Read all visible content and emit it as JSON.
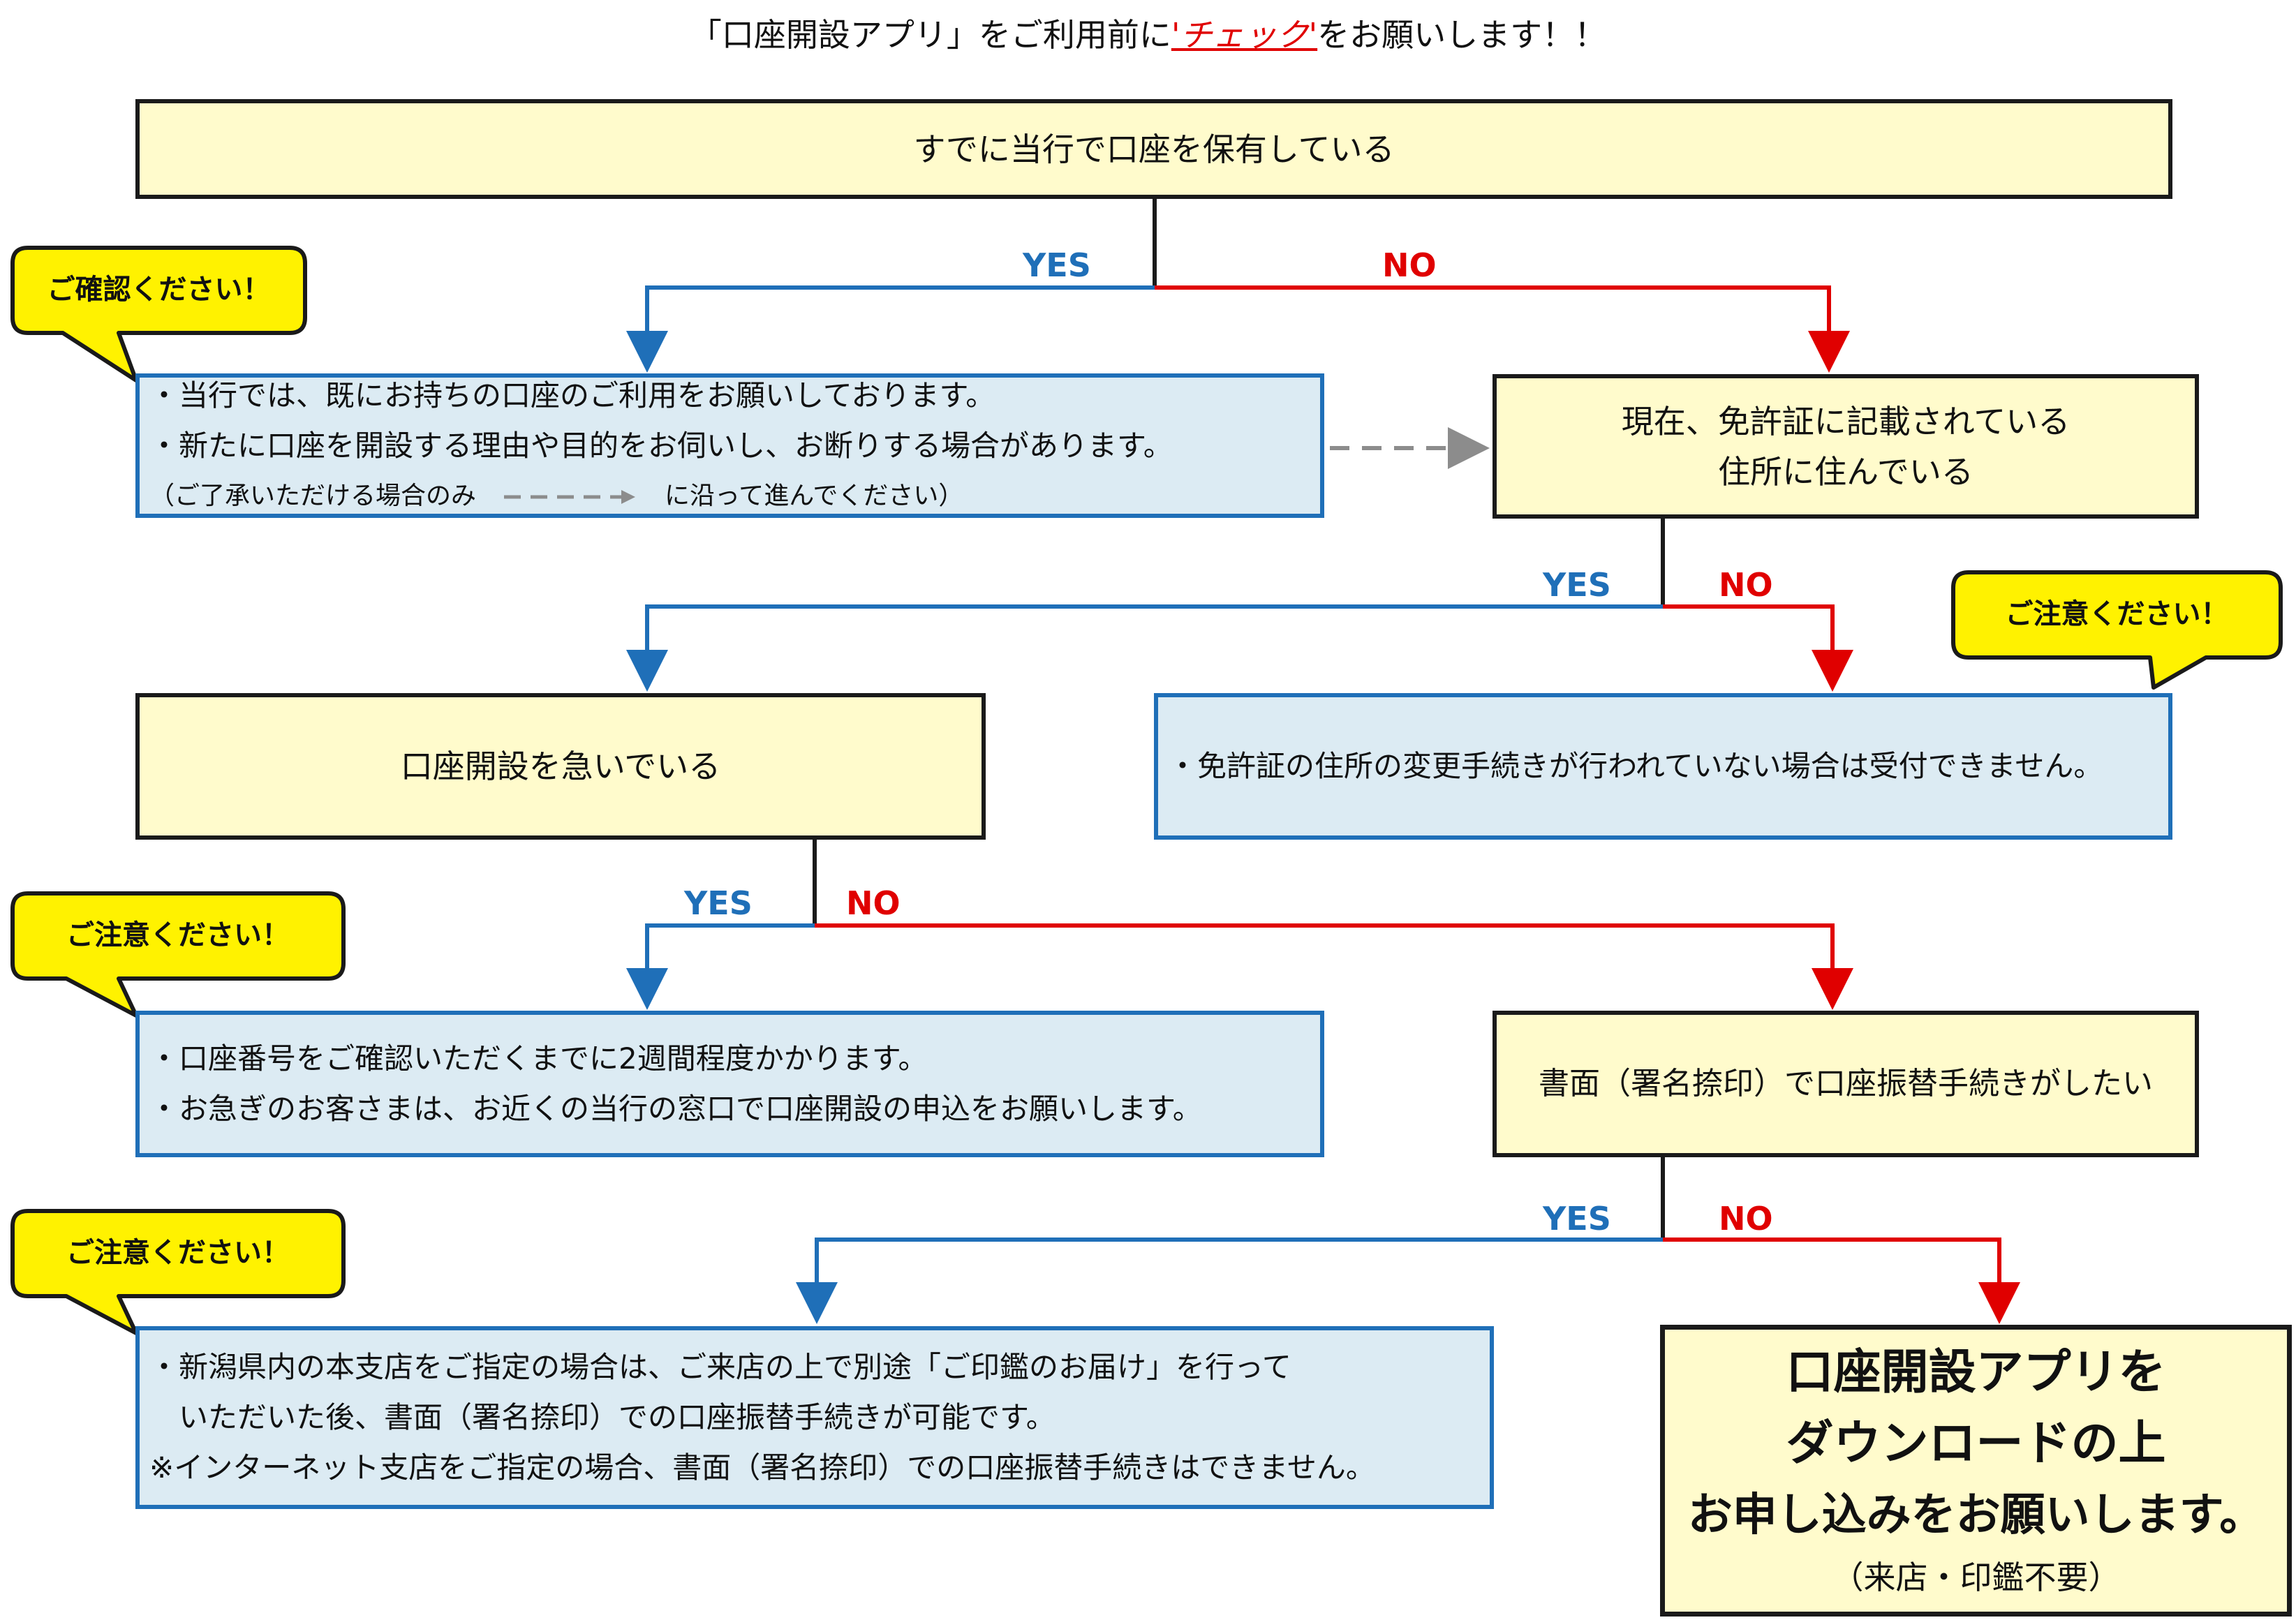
{
  "header": {
    "title_before": "「口座開設アプリ」をご利用前に",
    "title_check": "'チェック'",
    "title_after": "をお願いします！！"
  },
  "labels": {
    "yes": "YES",
    "no": "NO"
  },
  "bubbles": {
    "b1": "ご確認ください！",
    "b2": "ご注意ください！",
    "b3": "ご注意ください！",
    "b4": "ご注意ください！"
  },
  "questions": {
    "q1": "すでに当行で口座を保有している",
    "q2_line1": "現在、免許証に記載されている",
    "q2_line2": "住所に住んでいる",
    "q3": "口座開設を急いでいる",
    "q4": "書面（署名捺印）で口座振替手続きがしたい"
  },
  "info": {
    "info1_line1": "・当行では、既にお持ちの口座のご利用をお願いしております。",
    "info1_line2": "・新たに口座を開設する理由や目的をお伺いし、お断りする場合があります。",
    "info1_line3_a": "（ご了承いただける場合のみ",
    "info1_line3_b": "に沿って進んでください）",
    "info2": "・免許証の住所の変更手続きが行われていない場合は受付できません。",
    "info3_line1": "・口座番号をご確認いただくまでに2週間程度かかります。",
    "info3_line2": "・お急ぎのお客さまは、お近くの当行の窓口で口座開設の申込をお願いします。",
    "info4_line1": "・新潟県内の本支店をご指定の場合は、ご来店の上で別途「ご印鑑のお届け」を行って",
    "info4_line2": "　いただいた後、書面（署名捺印）での口座振替手続きが可能です。",
    "info4_line3": "※インターネット支店をご指定の場合、書面（署名捺印）での口座振替手続きはできません。"
  },
  "final": {
    "line1": "口座開設アプリを",
    "line2": "ダウンロードの上",
    "line3": "お申し込みをお願いします。",
    "line4": "（来店・印鑑不要）"
  },
  "colors": {
    "yes": "#1f6fb8",
    "no": "#e00000",
    "question_bg": "#fffbcc",
    "info_bg": "#dcebf3",
    "bubble_bg": "#fff200",
    "dashed": "#8c8c8c"
  }
}
